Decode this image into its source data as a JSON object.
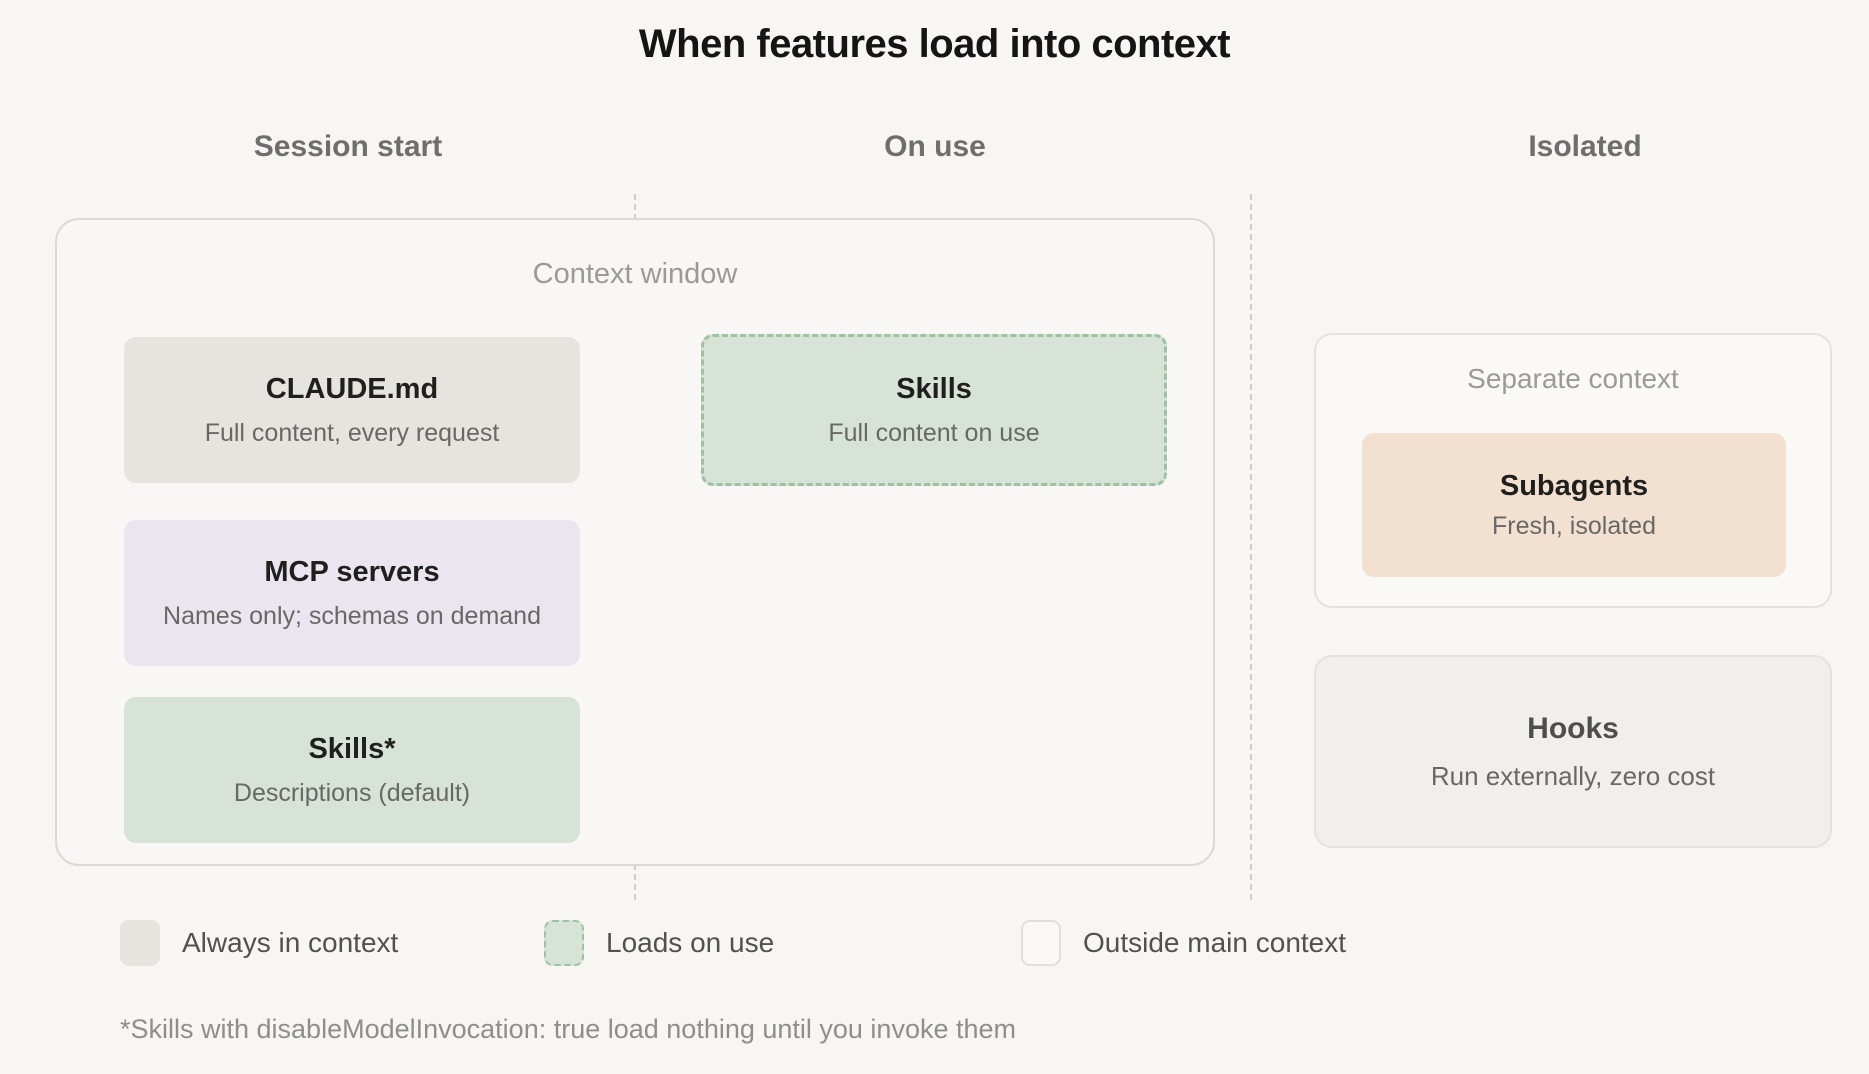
{
  "title": "When features load into context",
  "columns": [
    {
      "label": "Session start"
    },
    {
      "label": "On use"
    },
    {
      "label": "Isolated"
    }
  ],
  "context_window": {
    "label": "Context window",
    "boxes": [
      {
        "title": "CLAUDE.md",
        "subtitle": "Full content, every request",
        "variant": "always-in-context"
      },
      {
        "title": "MCP servers",
        "subtitle": "Names only; schemas on demand",
        "variant": "always-in-context"
      },
      {
        "title": "Skills*",
        "subtitle": "Descriptions (default)",
        "variant": "always-in-context"
      },
      {
        "title": "Skills",
        "subtitle": "Full content on use",
        "variant": "loads-on-use"
      }
    ]
  },
  "isolated": {
    "separate_context": {
      "label": "Separate context",
      "box": {
        "title": "Subagents",
        "subtitle": "Fresh, isolated"
      }
    },
    "hooks": {
      "title": "Hooks",
      "subtitle": "Run externally, zero cost"
    }
  },
  "legend": [
    {
      "label": "Always in context",
      "swatch": "always"
    },
    {
      "label": "Loads on use",
      "swatch": "loads-on-use"
    },
    {
      "label": "Outside main context",
      "swatch": "outside-main-context"
    }
  ],
  "footnote": "*Skills with disableModelInvocation: true load nothing until you invoke them",
  "colors": {
    "page_bg": "#F7F6F3",
    "container_bg": "#F8F7F5",
    "container_border": "#DBDAD6",
    "gray_fill": "#E5E4DE",
    "lavender_fill": "#EBE5F0",
    "green_fill": "#D7E3D7",
    "green_dash": "#9CC2A2",
    "peach_fill": "#F2E1D1",
    "subtle_bg": "#FAF9F6",
    "subtle_border": "#E3E2DE",
    "hooks_fill": "#F0EFEC",
    "swatch_outline": "#E0DFDC",
    "divider": "#CDCDC9",
    "title_text": "#151515",
    "header_text": "#6E6E6C",
    "label_text": "#9A9A96",
    "box_title_text": "#1F1F1E",
    "box_sub_text": "#686865",
    "hooks_title_text": "#4E4E4C",
    "legend_text": "#51514F",
    "footnote_text": "#8E8E8A"
  }
}
